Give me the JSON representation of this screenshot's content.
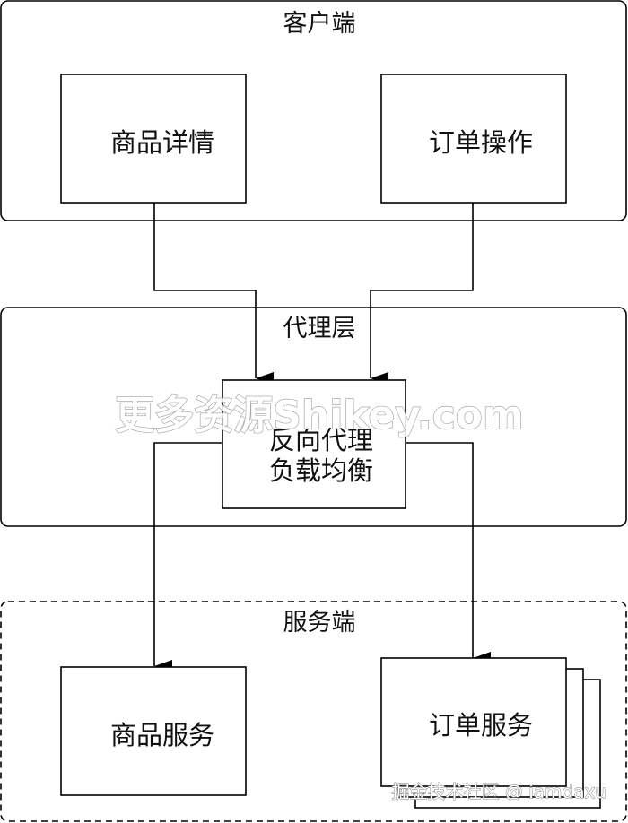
{
  "groups": {
    "client": {
      "title": "客户端"
    },
    "proxy": {
      "title": "代理层"
    },
    "server": {
      "title": "服务端"
    }
  },
  "nodes": {
    "product_detail": "商品详情",
    "order_operation": "订单操作",
    "reverse_proxy": {
      "line1": "反向代理",
      "line2": "负载均衡"
    },
    "product_service": "商品服务",
    "order_service": "订单服务"
  },
  "watermarks": {
    "main": "更多资源Shikey.com",
    "corner": "掘金技术社区 @ iamdaxu"
  },
  "colors": {
    "stroke": "#000000",
    "background": "#ffffff"
  }
}
